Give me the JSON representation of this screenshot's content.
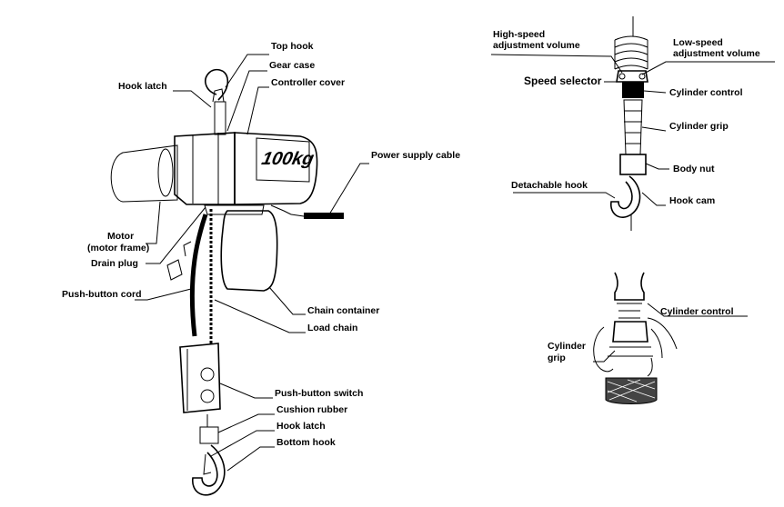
{
  "hoist": {
    "labels": {
      "top_hook": "Top hook",
      "gear_case": "Gear case",
      "controller_cover": "Controller cover",
      "hook_latch_top": "Hook latch",
      "power_supply_cable": "Power supply cable",
      "motor": "Motor",
      "motor_frame": "(motor frame)",
      "drain_plug": "Drain plug",
      "push_button_cord": "Push-button cord",
      "chain_container": "Chain container",
      "load_chain": "Load chain",
      "push_button_switch": "Push-button switch",
      "cushion_rubber": "Cushion rubber",
      "hook_latch_bottom": "Hook latch",
      "bottom_hook": "Bottom hook",
      "capacity_marking": "100kg"
    }
  },
  "pendant": {
    "labels": {
      "high_speed_1": "High-speed",
      "high_speed_2": "adjustment volume",
      "low_speed_1": "Low-speed",
      "low_speed_2": "adjustment volume",
      "speed_selector": "Speed selector",
      "cylinder_control": "Cylinder control",
      "cylinder_grip": "Cylinder grip",
      "body_nut": "Body nut",
      "detachable_hook": "Detachable hook",
      "hook_cam": "Hook cam"
    }
  },
  "grip_detail": {
    "labels": {
      "cylinder_control": "Cylinder control",
      "cylinder_grip_1": "Cylinder",
      "cylinder_grip_2": "grip"
    }
  }
}
